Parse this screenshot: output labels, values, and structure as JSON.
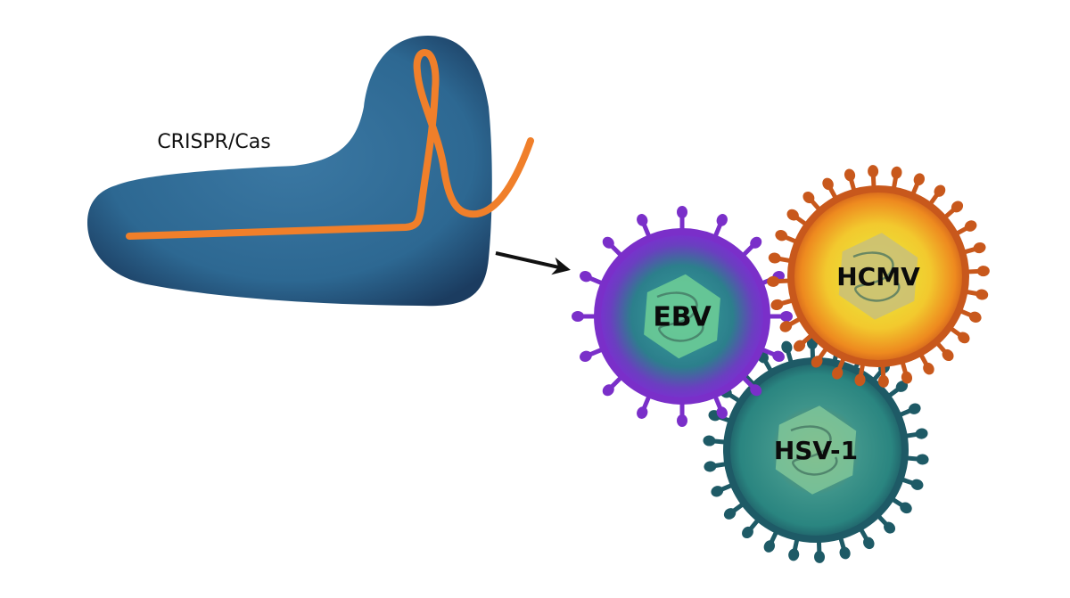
{
  "diagram": {
    "protein": {
      "label": "CRISPR/Cas",
      "body_color": "#2e6a93",
      "body_dark": "#1d3f63",
      "guide_rna_color": "#f07f2a"
    },
    "arrow": {
      "color": "#111111",
      "direction": "protein-to-viruses"
    },
    "viruses": [
      {
        "id": "ebv",
        "label": "EBV",
        "envelope_color": "#7a2fc9",
        "inner_color": "#2f8a8a",
        "capsid_color": "#6fcf97"
      },
      {
        "id": "hcmv",
        "label": "HCMV",
        "envelope_color": "#c8581c",
        "inner_color": "#f3d23a",
        "capsid_color": "#c9c07a"
      },
      {
        "id": "hsv1",
        "label": "HSV-1",
        "envelope_color": "#1e5a66",
        "inner_color": "#2a8a84",
        "capsid_color": "#7fc79a"
      }
    ]
  }
}
